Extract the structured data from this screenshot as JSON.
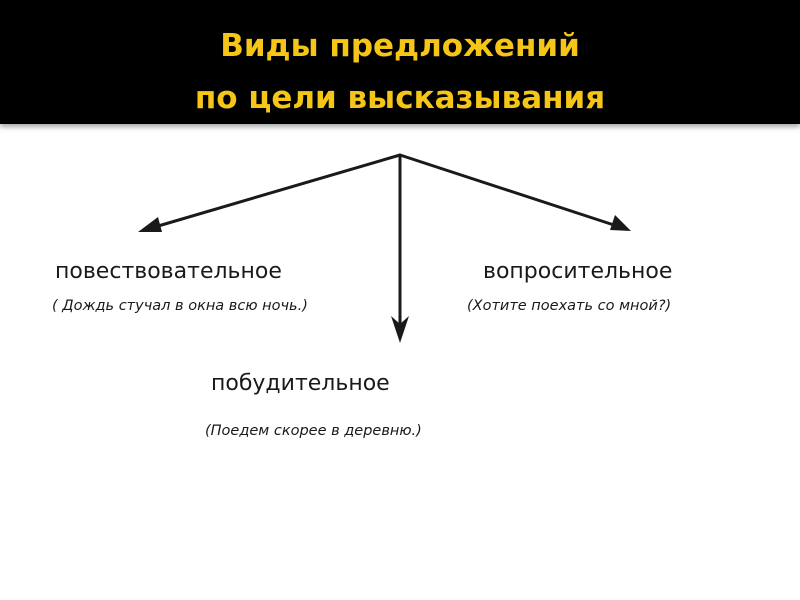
{
  "slide": {
    "title_line1": "Виды предложений",
    "title_line2": "по цели высказывания",
    "colors": {
      "header_bg": "#000000",
      "title_text": "#f5c518",
      "body_text": "#1a1a1a",
      "arrow": "#1a1a1a"
    }
  },
  "types": {
    "declarative": {
      "label": "повествовательное",
      "example": "( Дождь стучал в окна всю ночь.)"
    },
    "interrogative": {
      "label": "вопросительное",
      "example": "(Хотите поехать со мной?)"
    },
    "imperative": {
      "label": "побудительное",
      "example": "(Поедем скорее в деревню.)"
    }
  },
  "icons": {
    "branches": [
      "arrow-left-icon",
      "arrow-down-icon",
      "arrow-right-icon"
    ]
  }
}
